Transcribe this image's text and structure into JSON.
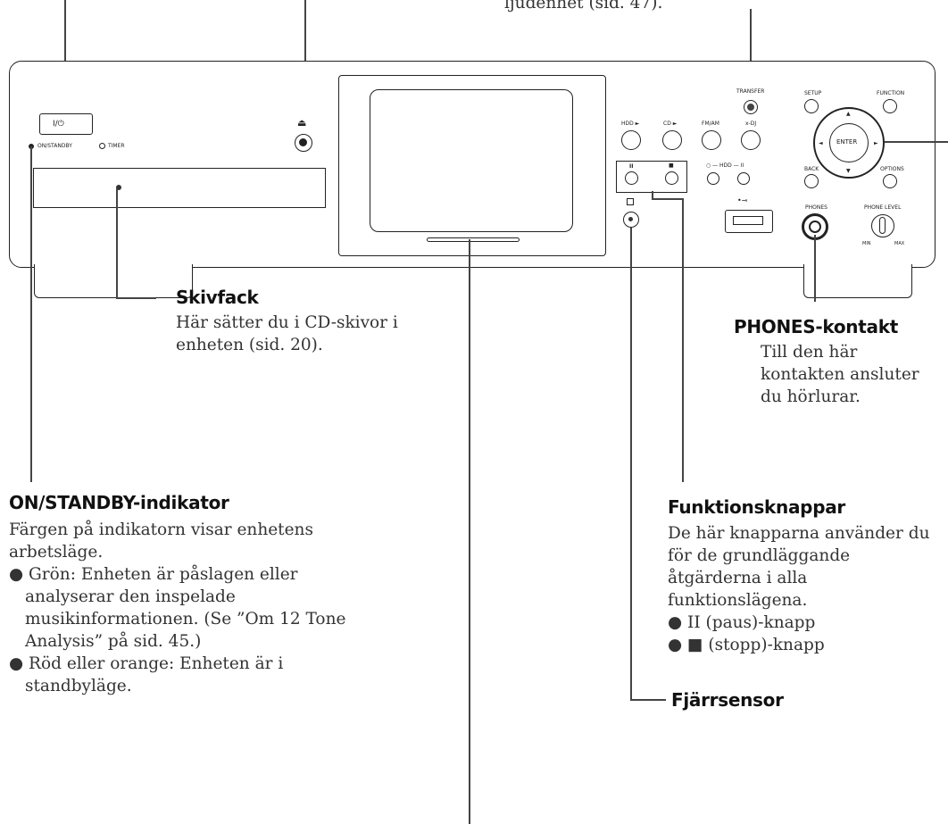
{
  "top_caption": "ljudenhet (sid. 47).",
  "device": {
    "power_symbol": "I/⏻",
    "on_standby_label": "ON/STANDBY",
    "timer_label": "TIMER",
    "transfer_label": "TRANSFER",
    "setup_label": "SETUP",
    "function_label": "FUNCTION",
    "hdd_play_label": "HDD ►",
    "cd_play_label": "CD ►",
    "fm_am_label": "FM/AM",
    "xdj_label": "x-DJ",
    "enter_label": "ENTER",
    "back_label": "BACK",
    "options_label": "OPTIONS",
    "pause_symbol": "II",
    "stop_symbol": "■",
    "hdd_label": "○ — HDD — II",
    "phones_label": "PHONES",
    "phone_level_label": "PHONE LEVEL",
    "min_label": "MIN",
    "max_label": "MAX",
    "usb_symbol": "•⊸"
  },
  "callouts": {
    "skivfack": {
      "title": "Skivfack",
      "text": "Här sätter du i CD-skivor i enheten (sid. 20)."
    },
    "phones": {
      "title": "PHONES-kontakt",
      "text": "Till den här kontakten ansluter du hörlurar."
    },
    "on_standby": {
      "title": "ON/STANDBY-indikator",
      "intro": "Färgen på indikatorn visar enhetens arbetsläge.",
      "bullets": [
        "Grön: Enheten är påslagen eller analyserar den inspelade musikinformationen. (Se ”Om 12 Tone Analysis” på sid. 45.)",
        "Röd eller orange: Enheten är i standbyläge."
      ]
    },
    "funktionsknappar": {
      "title": "Funktionsknappar",
      "intro": "De här knapparna använder du för de grundläggande åtgärderna i alla funktionslägena.",
      "bullets": [
        "II (paus)-knapp",
        "■ (stopp)-knapp"
      ]
    },
    "fjarrsensor": {
      "title": "Fjärrsensor"
    }
  }
}
